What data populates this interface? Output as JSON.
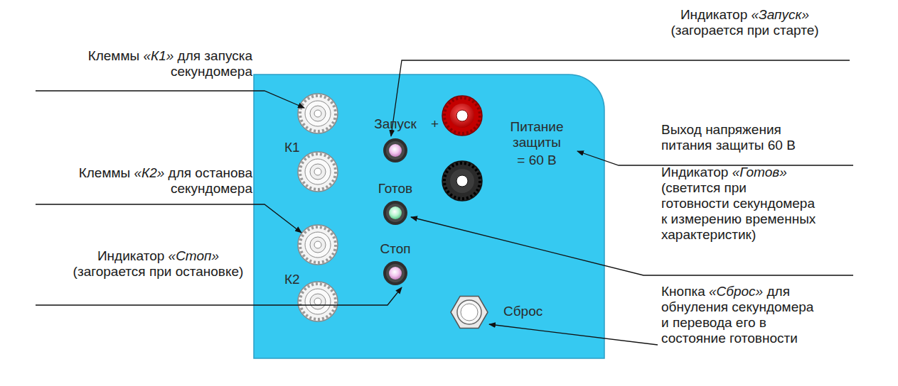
{
  "diagram": {
    "labels": [
      "Индикатор «Запуск» (загорается при старте)",
      "Клеммы «К1» для запуска секундомера",
      "Выход напряжения питания защиты 60 В",
      "Индикатор «Готов» (светится при готовности секундомера к измерению временных характеристик)",
      "Клеммы «К2» для останова секундомера",
      "Индикатор «Стоп» (загорается при остановке)",
      "Кнопка «Сброс» для обнуления секундомера и перевода его в состояние готовности",
      "К1",
      "К2",
      "Запуск",
      "+",
      "Готов",
      "Стоп",
      "Питание защиты",
      "= 60 В",
      "Сброс"
    ]
  }
}
